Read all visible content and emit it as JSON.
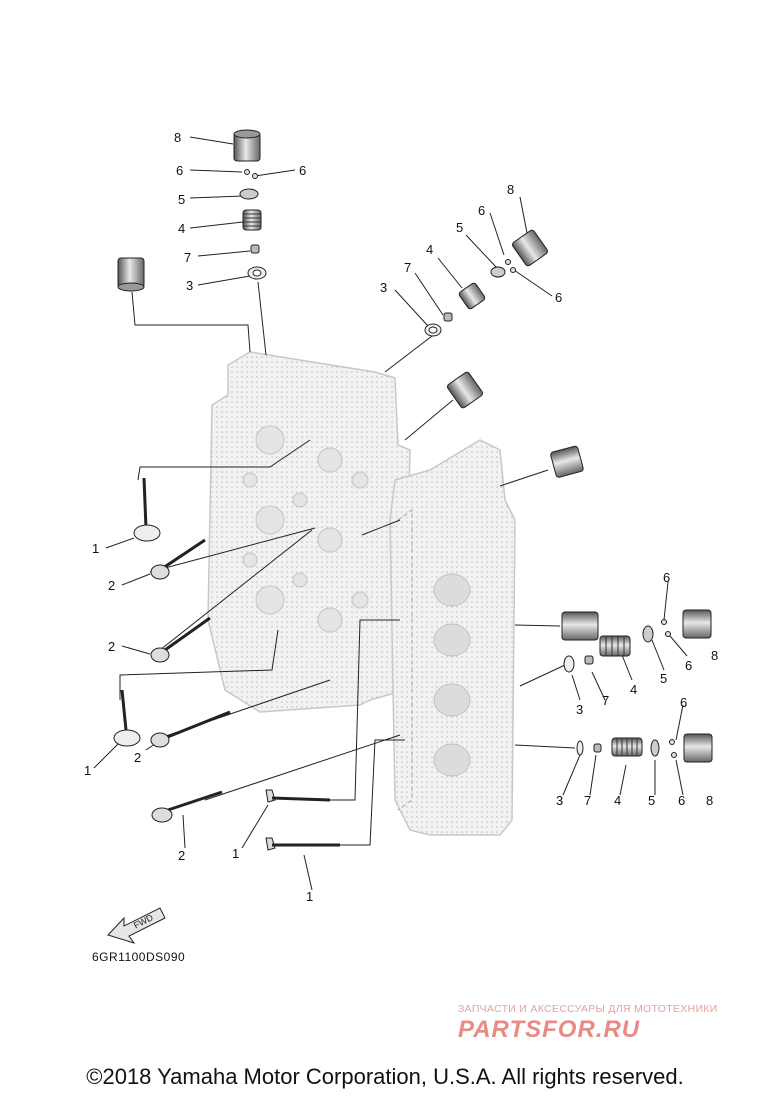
{
  "diagram": {
    "callout_labels": [
      "8",
      "6",
      "6",
      "5",
      "4",
      "7",
      "3",
      "8",
      "6",
      "5",
      "4",
      "7",
      "3",
      "6",
      "1",
      "2",
      "2",
      "1",
      "2",
      "2",
      "1",
      "1",
      "3",
      "7",
      "4",
      "5",
      "6",
      "6",
      "8",
      "3",
      "7",
      "4",
      "5",
      "6",
      "6",
      "8"
    ],
    "fwd_label": "FWD",
    "ref_code": "6GR1100DS090"
  },
  "watermark": {
    "tagline": "ЗАПЧАСТИ И АКСЕССУАРЫ ДЛЯ МОТОТЕХНИКИ",
    "logo": "PARTSFOR.RU"
  },
  "footer": {
    "copyright": "©2018 Yamaha Motor Corporation, U.S.A. All rights reserved."
  },
  "colors": {
    "line": "#222222",
    "part_shade": "#d9d9d9",
    "watermark": "#e88b85"
  }
}
